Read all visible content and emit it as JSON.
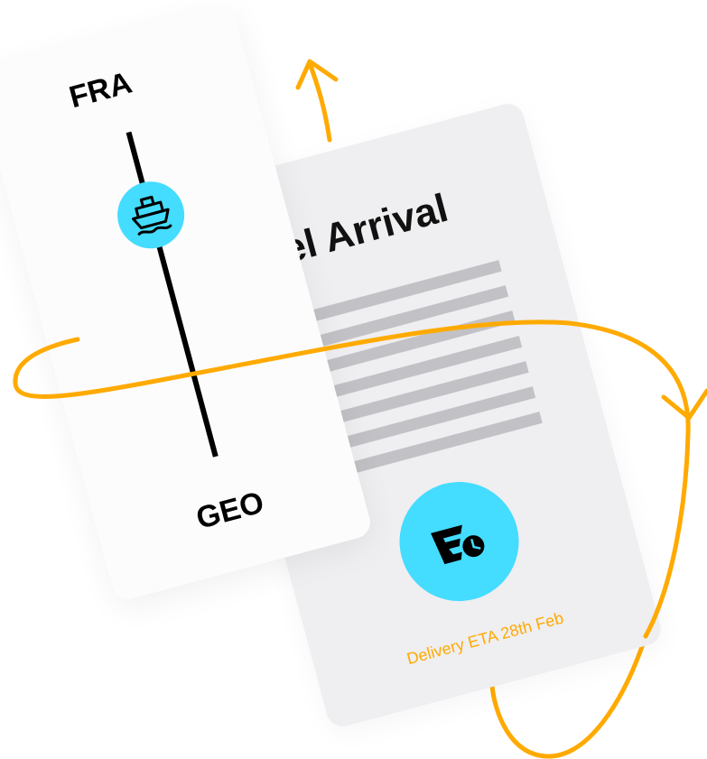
{
  "route": {
    "origin": "FRA",
    "destination": "GEO"
  },
  "document": {
    "title": "ssel Arrival",
    "eta_text": "Delivery ETA 28th Feb"
  },
  "icons": {
    "transport": "ship-icon",
    "eta": "delivery-eta-icon"
  },
  "colors": {
    "accent": "#ffaa00",
    "badge": "#44dcff",
    "line": "#000000",
    "bar": "#c2c1c5"
  }
}
